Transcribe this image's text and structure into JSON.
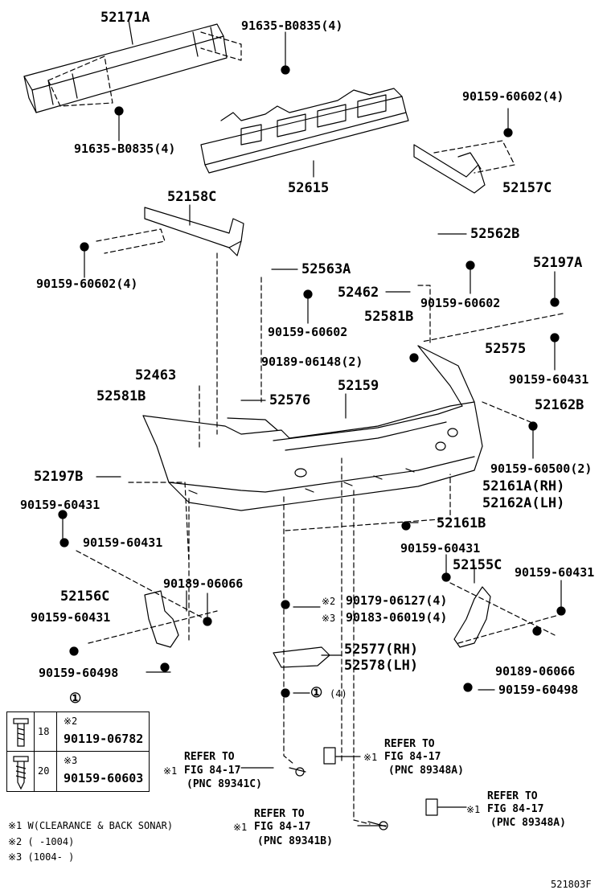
{
  "parts": {
    "p52171A": "52171A",
    "p91635_top": "91635-B0835(4)",
    "p91635_left": "91635-B0835(4)",
    "p52615": "52615",
    "p90159_60602_4_right": "90159-60602(4)",
    "p52157C": "52157C",
    "p52158C": "52158C",
    "p52562B": "52562B",
    "p90159_60602_4_left": "90159-60602(4)",
    "p52563A": "52563A",
    "p52197A": "52197A",
    "p52462": "52462",
    "p90159_60602_right": "90159-60602",
    "p90159_60602_mid": "90159-60602",
    "p52581B_upper": "52581B",
    "p90189_06148": "90189-06148(2)",
    "p52575": "52575",
    "p90159_60431_r1": "90159-60431",
    "p52463": "52463",
    "p52159": "52159",
    "p52581B_lower": "52581B",
    "p52576": "52576",
    "p52162B": "52162B",
    "p90159_60500": "90159-60500(2)",
    "p52197B": "52197B",
    "p52161A": "52161A(RH)",
    "p52162A": "52162A(LH)",
    "p90159_60431_l1": "90159-60431",
    "p90159_60431_l2": "90159-60431",
    "p52161B": "52161B",
    "p90159_60431_r2": "90159-60431",
    "p52155C": "52155C",
    "p90159_60431_r3": "90159-60431",
    "p90189_06066_left": "90189-06066",
    "p52156C": "52156C",
    "p90179": "90179-06127(4)",
    "p90183": "90183-06019(4)",
    "p90159_60431_l3": "90159-60431",
    "p52577": "52577(RH)",
    "p52578": "52578(LH)",
    "p90189_06066_right": "90189-06066",
    "p90159_60498_left": "90159-60498",
    "p90159_60498_right": "90159-60498",
    "circle_qty": "(4)"
  },
  "marks": {
    "circled1": "①",
    "note2": "※2",
    "note3": "※3",
    "note1": "※1"
  },
  "table": {
    "row1": {
      "mark": "※2",
      "length": "18",
      "part": "90119-06782"
    },
    "row2": {
      "mark": "※3",
      "length": "20",
      "part": "90159-60603"
    }
  },
  "refs": {
    "ref1": {
      "line1": "REFER TO",
      "line2": "FIG 84-17",
      "line3": "(PNC 89341C)"
    },
    "ref2": {
      "line1": "REFER TO",
      "line2": "FIG 84-17",
      "line3": "(PNC 89348A)"
    },
    "ref3": {
      "line1": "REFER TO",
      "line2": "FIG 84-17",
      "line3": "(PNC 89341B)"
    },
    "ref4": {
      "line1": "REFER TO",
      "line2": "FIG 84-17",
      "line3": "(PNC 89348A)"
    }
  },
  "legend": {
    "note1": "※1 W(CLEARANCE & BACK SONAR)",
    "note2": "※2 (     -1004)",
    "note3": "※3 (1004-     )"
  },
  "diagram_id": "521803F"
}
